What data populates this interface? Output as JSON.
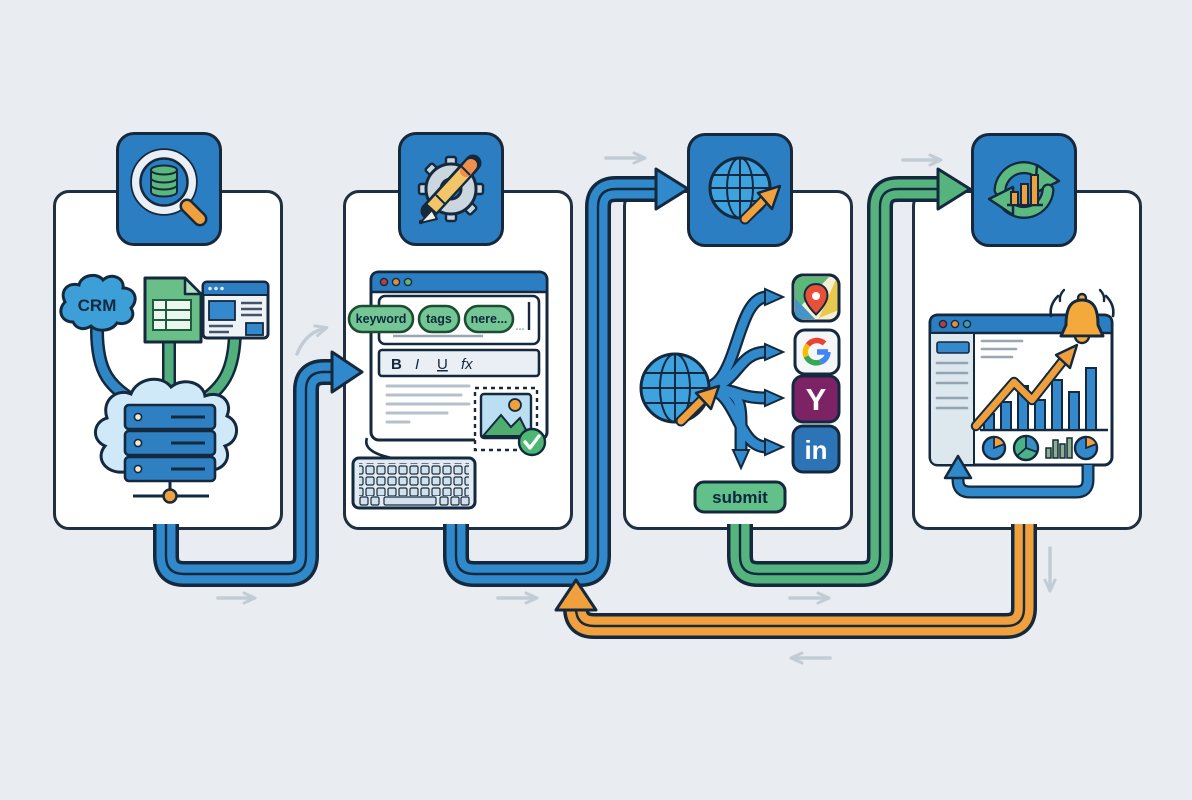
{
  "illustration": {
    "type": "workflow-diagram",
    "step_count": 4,
    "background": "#e9edf2"
  },
  "colors": {
    "panel_border": "#203041",
    "badge_blue": "#2b7ec2",
    "pipe_blue": "#3089ca",
    "pipe_green": "#55b47d",
    "pipe_orange": "#f0a03c",
    "tag_green": "#74c795",
    "submit_green": "#62c189",
    "hint_gray": "#c3cbd5"
  },
  "badges": [
    {
      "icon": "database-search-icon"
    },
    {
      "icon": "gear-pencil-icon"
    },
    {
      "icon": "globe-cursor-icon"
    },
    {
      "icon": "sync-analytics-icon"
    }
  ],
  "panel1": {
    "crm_label": "CRM"
  },
  "panel2": {
    "tags": [
      "keyword",
      "tags",
      "nere..."
    ],
    "ellipsis": "...",
    "toolbar": [
      "B",
      "I",
      "U",
      "fx"
    ]
  },
  "panel3": {
    "platforms": [
      "google-maps",
      "google",
      "yahoo",
      "linkedin"
    ],
    "yahoo_letter": "Y",
    "linkedin_label": "in",
    "submit_label": "submit"
  },
  "panel4": {
    "bars": [
      16,
      28,
      44,
      30,
      50,
      38,
      62
    ]
  }
}
